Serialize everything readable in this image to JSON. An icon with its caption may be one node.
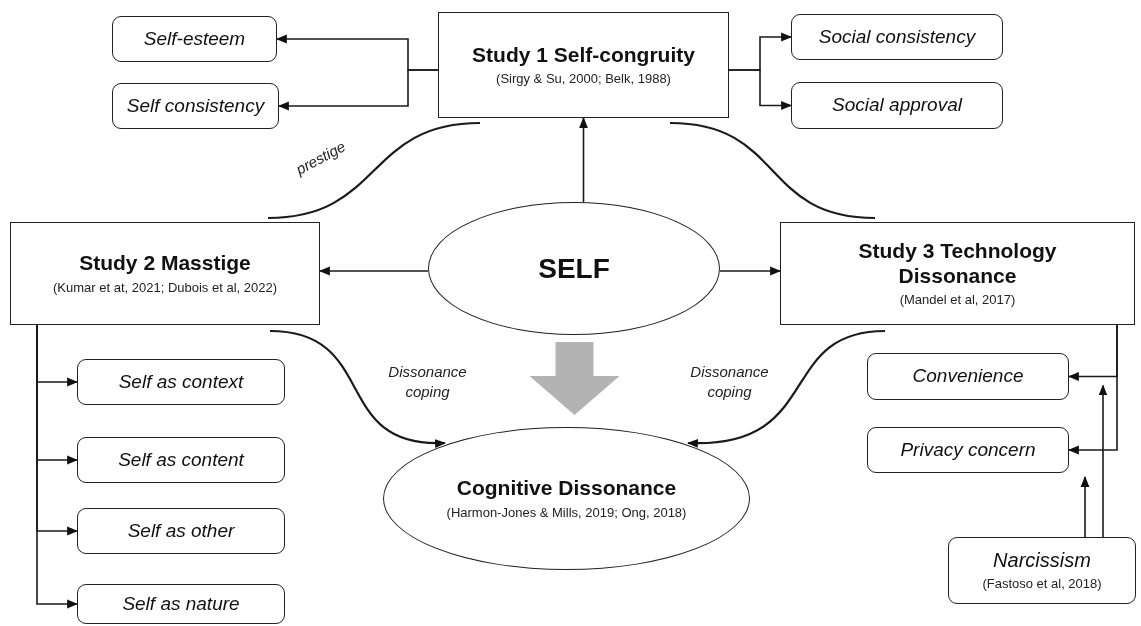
{
  "diagram": {
    "nodes": [
      {
        "text": [
          "Study 1 Self-congruity",
          "(Sirgy & Su, 2000; Belk, 1988)"
        ]
      },
      {
        "text": [
          "Self-esteem"
        ]
      },
      {
        "text": [
          "Self consistency"
        ]
      },
      {
        "text": [
          "Social consistency"
        ]
      },
      {
        "text": [
          "Social approval"
        ]
      },
      {
        "text": [
          "Study 2 Masstige",
          "(Kumar et at, 2021; Dubois et al, 2022)"
        ]
      },
      {
        "text": [
          "SELF"
        ]
      },
      {
        "text": [
          "Study 3 Technology Dissonance",
          "(Mandel et al, 2017)"
        ]
      },
      {
        "text": [
          "Self as context"
        ]
      },
      {
        "text": [
          "Self as content"
        ]
      },
      {
        "text": [
          "Self as other"
        ]
      },
      {
        "text": [
          "Self as nature"
        ]
      },
      {
        "text": [
          "Cognitive Dissonance",
          "(Harmon-Jones & Mills, 2019; Ong, 2018)"
        ]
      },
      {
        "text": [
          "Convenience"
        ]
      },
      {
        "text": [
          "Privacy concern"
        ]
      },
      {
        "text": [
          "Narcissism",
          "(Fastoso et al, 2018)"
        ]
      }
    ],
    "edges": [
      {
        "from": 6,
        "to": 0,
        "arrow": "to"
      },
      {
        "from": 0,
        "to": 1,
        "arrow": "to"
      },
      {
        "from": 0,
        "to": 2,
        "arrow": "to"
      },
      {
        "from": 0,
        "to": 3,
        "arrow": "to"
      },
      {
        "from": 0,
        "to": 4,
        "arrow": "to"
      },
      {
        "from": 6,
        "to": 5,
        "arrow": "to"
      },
      {
        "from": 6,
        "to": 7,
        "arrow": "to"
      },
      {
        "from": 5,
        "to": 8,
        "arrow": "to"
      },
      {
        "from": 5,
        "to": 9,
        "arrow": "to"
      },
      {
        "from": 5,
        "to": 10,
        "arrow": "to"
      },
      {
        "from": 5,
        "to": 11,
        "arrow": "to"
      },
      {
        "from": 7,
        "to": 13,
        "arrow": "to"
      },
      {
        "from": 7,
        "to": 14,
        "arrow": "to"
      },
      {
        "from": 15,
        "to": 13,
        "arrow": "to"
      },
      {
        "from": 15,
        "to": 14,
        "arrow": "to"
      },
      {
        "from": 5,
        "to": 0,
        "arrow": "none",
        "label": "prestige"
      },
      {
        "from": 0,
        "to": 7,
        "arrow": "none"
      },
      {
        "from": 5,
        "to": 12,
        "arrow": "to",
        "label": "Dissonance coping"
      },
      {
        "from": 7,
        "to": 12,
        "arrow": "to",
        "label": "Dissonance coping"
      },
      {
        "from": 6,
        "to": 12,
        "arrow": "to",
        "style": "thick",
        "color": "#b3b3b3"
      }
    ]
  }
}
